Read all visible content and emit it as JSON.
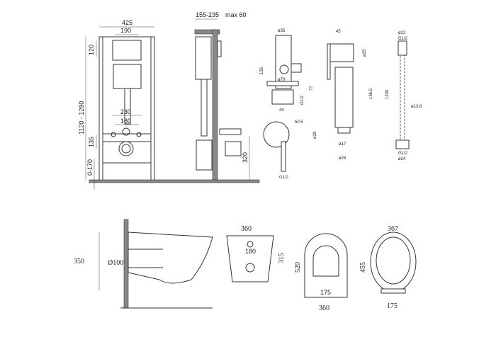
{
  "frame_front": {
    "width": "425",
    "plate_width": "190",
    "plate_height": "120",
    "total_height": "1120 - 1290",
    "bolts_outer": "230",
    "bolts_inner": "180",
    "drain_height": "135",
    "floor_offset": "0-170"
  },
  "frame_side": {
    "depth": "155-235",
    "wall": "max 60",
    "outlet_height": "320"
  },
  "valve": {
    "top_diameter": "ø35",
    "height": "135",
    "flange": "ø70",
    "mid_height": "77",
    "thread": "G1/2",
    "base_width": "44",
    "top_offset": "50.5",
    "holder": "ø28",
    "thread_bottom": "G1/2"
  },
  "sprayer": {
    "width": "45",
    "head": "ø25",
    "length": "136.5",
    "nozzle": "ø17",
    "base": "ø25"
  },
  "hose": {
    "top_diameter": "ø22",
    "top_thread": "G1/2",
    "length": "1200",
    "hose_diameter": "ø13.8",
    "bottom_thread": "G1/2",
    "bottom_diameter": "ø24"
  },
  "bowl_side": {
    "height": "350",
    "pipe": "Ø100"
  },
  "bowl_back": {
    "width": "360",
    "bolts": "180",
    "height": "315"
  },
  "bowl_top": {
    "length": "520",
    "holes": "175",
    "width": "360"
  },
  "seat": {
    "width": "367",
    "length": "455",
    "holes": "175"
  }
}
